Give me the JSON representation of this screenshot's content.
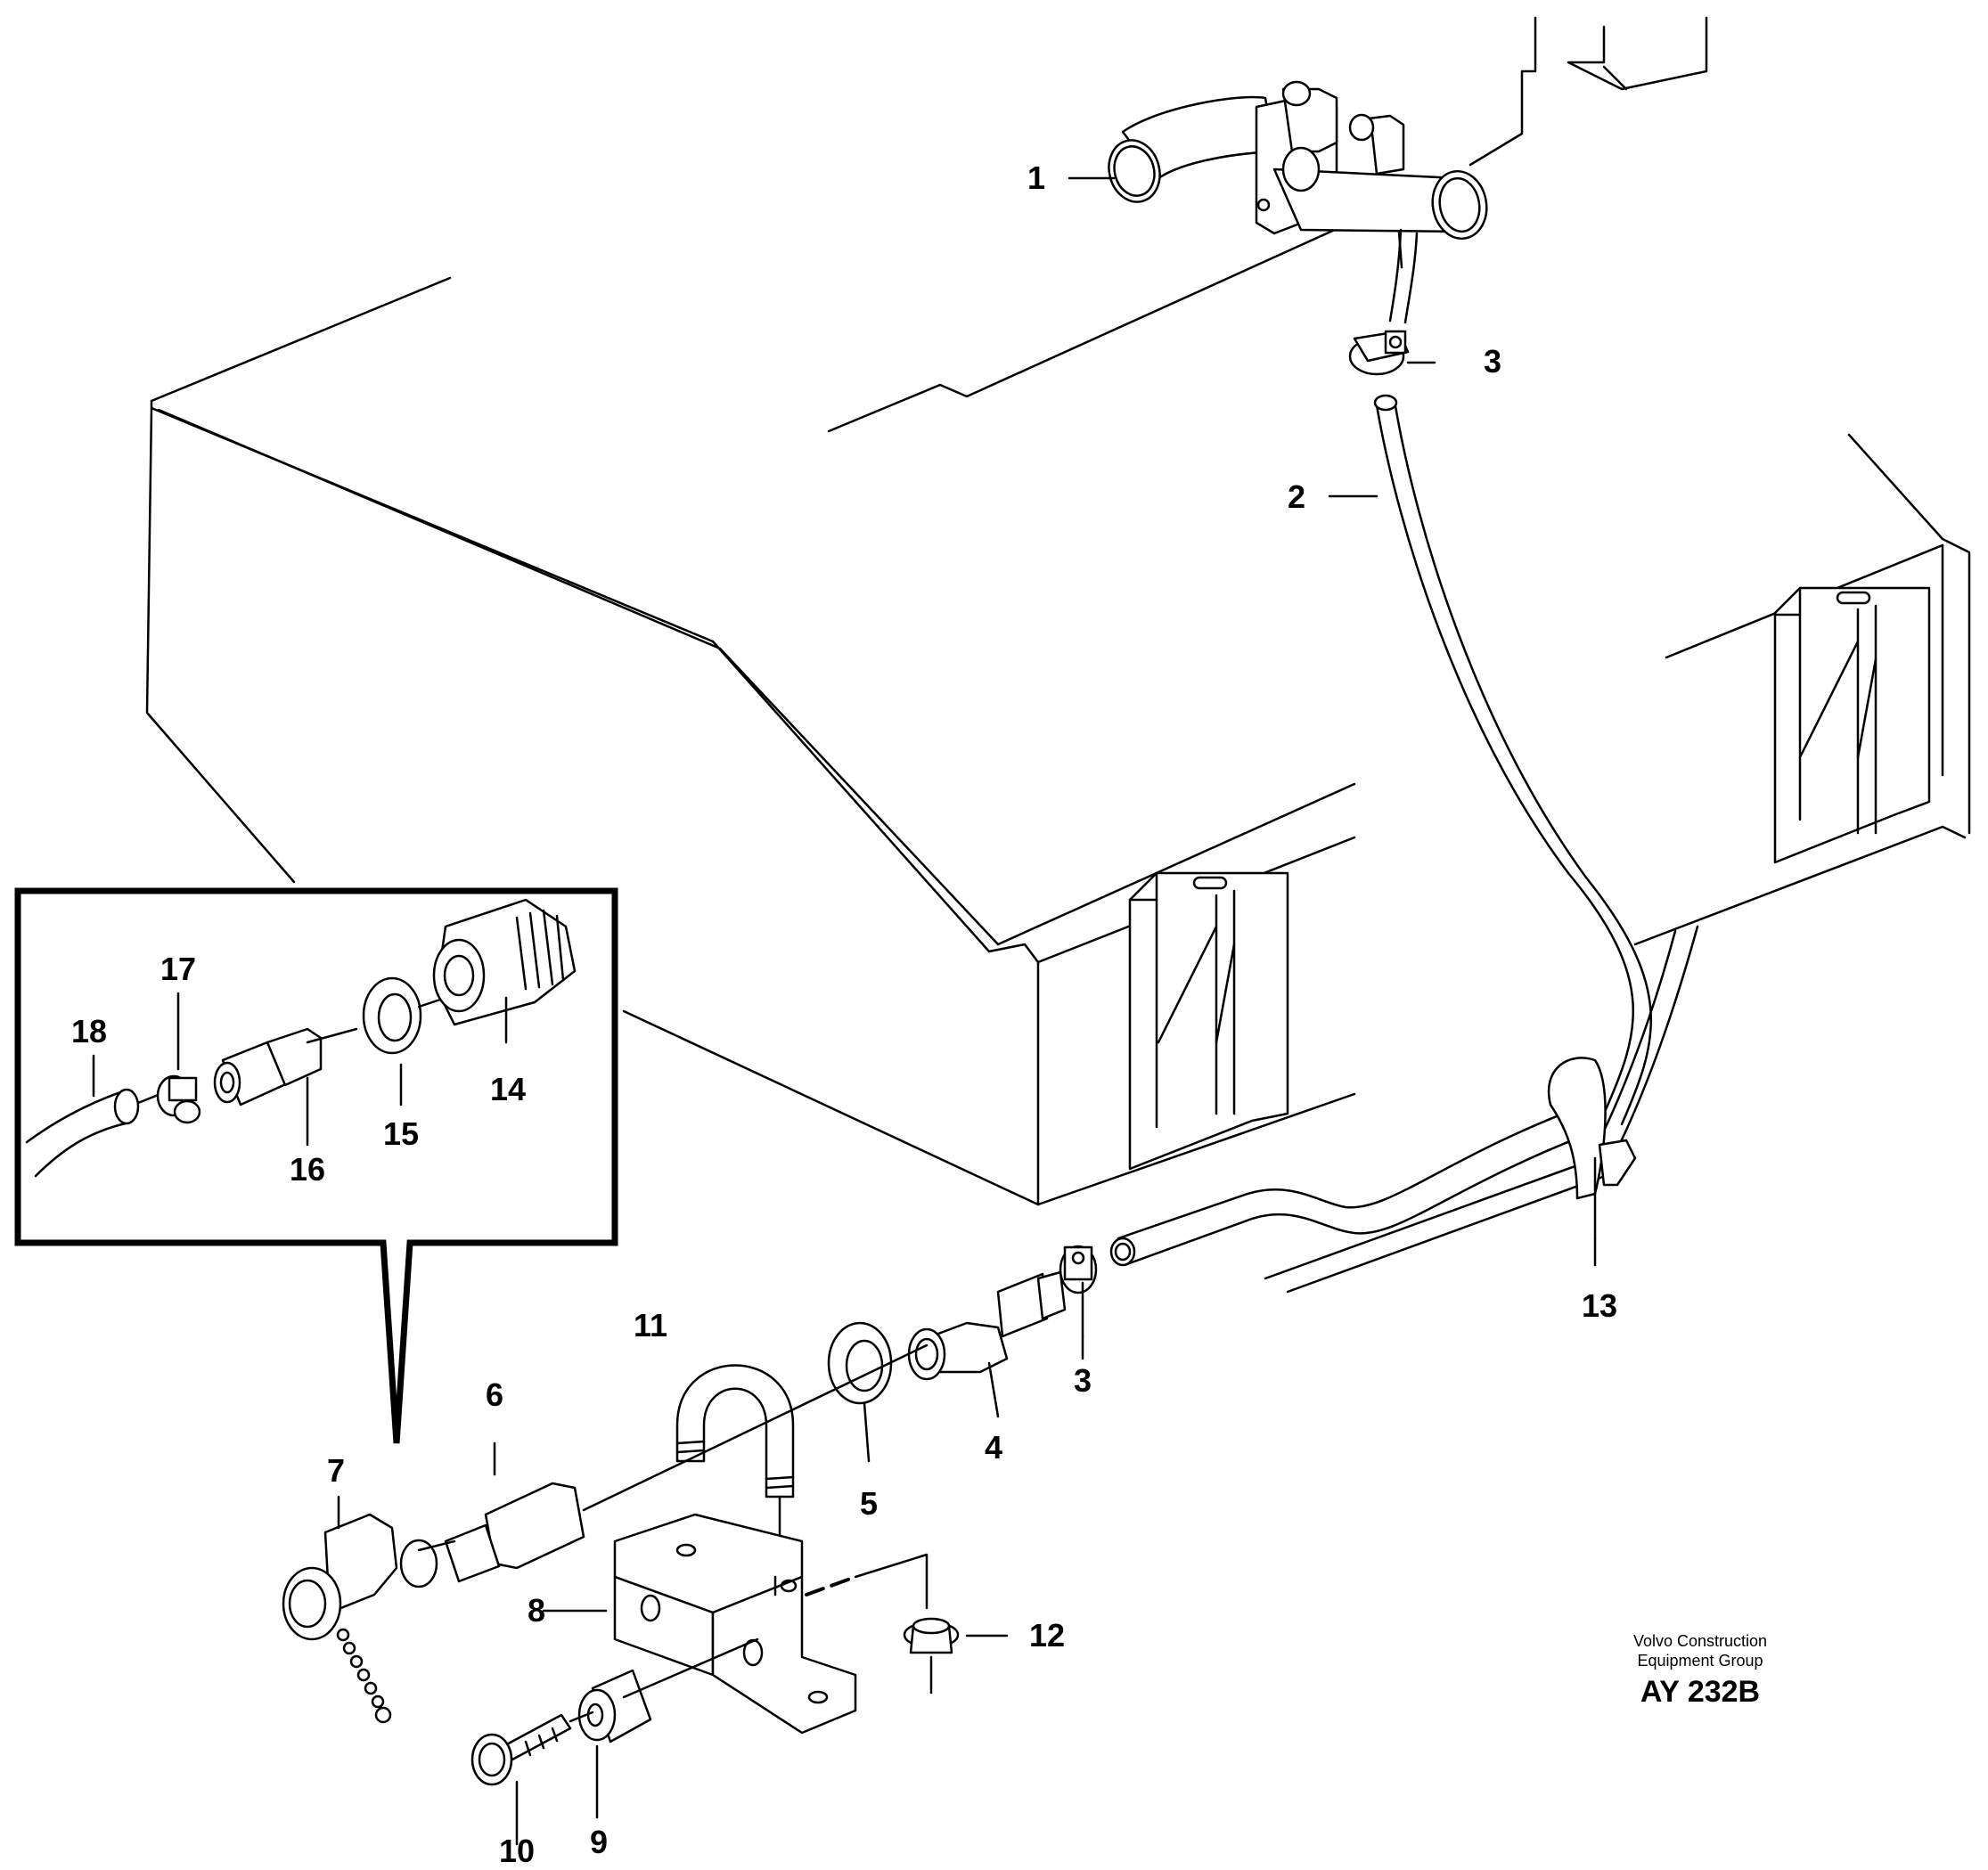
{
  "callouts": {
    "c1": "1",
    "c2": "2",
    "c3_top": "3",
    "c3_bottom": "3",
    "c4": "4",
    "c5": "5",
    "c6": "6",
    "c7": "7",
    "c8": "8",
    "c9": "9",
    "c10": "10",
    "c11": "11",
    "c12": "12",
    "c13": "13",
    "c14": "14",
    "c15": "15",
    "c16": "16",
    "c17": "17",
    "c18": "18"
  },
  "brand": {
    "line1": "Volvo Construction",
    "line2": "Equipment Group",
    "code": "AY 232B"
  }
}
